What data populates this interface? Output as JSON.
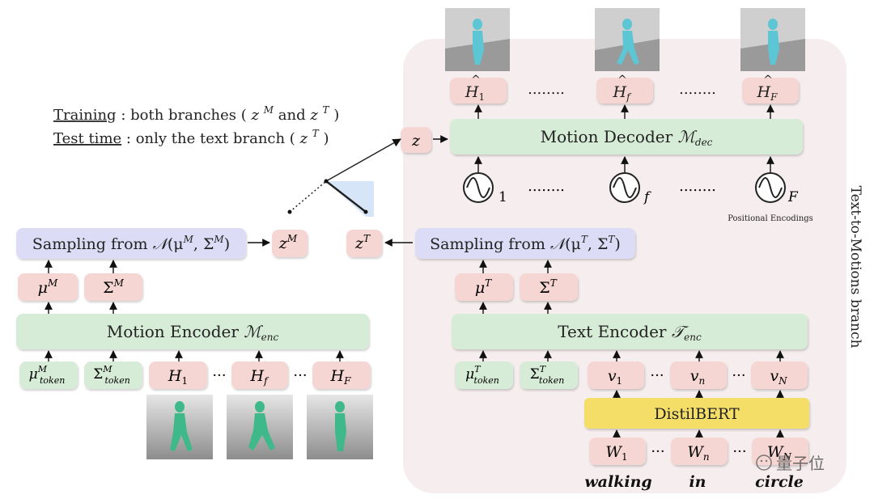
{
  "legend": {
    "training_term": "Training",
    "training_text": ": both branches (",
    "training_zm_base": "z",
    "training_zm_sup": "M",
    "training_and": " and ",
    "training_zt_base": "z",
    "training_zt_sup": "T",
    "training_close": ")",
    "test_term": "Test time",
    "test_text": ": only the text branch (",
    "test_zt_base": "z",
    "test_zt_sup": "T",
    "test_close": ")"
  },
  "branch_label": "Text-to-Motions branch",
  "watermark": "量子位",
  "decoder": {
    "z_label": "z",
    "title": "Motion Decoder ",
    "title_symbol": "ℳ",
    "title_sub": "dec",
    "outputs": [
      {
        "base": "H",
        "sub": "1"
      },
      {
        "base": "H",
        "sub": "f"
      },
      {
        "base": "H",
        "sub": "F"
      }
    ],
    "dots": "........",
    "positional_subs": [
      "1",
      "f",
      "F"
    ],
    "positional_label": "Positional Encodings"
  },
  "merge": {
    "zm_base": "z",
    "zm_sup": "M",
    "zt_base": "z",
    "zt_sup": "T"
  },
  "motion_branch": {
    "sampling_text": "Sampling from ",
    "sampling_N": "𝒩",
    "sampling_args": [
      "(μ",
      "M",
      ", Σ",
      "M",
      ")"
    ],
    "mu": {
      "base": "μ",
      "sup": "M"
    },
    "sigma": {
      "base": "Σ",
      "sup": "M"
    },
    "encoder_title": "Motion Encoder ",
    "encoder_symbol": "ℳ",
    "encoder_sub": "enc",
    "tokens": [
      {
        "base": "μ",
        "sup": "M",
        "sub": "token"
      },
      {
        "base": "Σ",
        "sup": "M",
        "sub": "token"
      }
    ],
    "inputs": [
      {
        "base": "H",
        "sub": "1"
      },
      {
        "base": "H",
        "sub": "f"
      },
      {
        "base": "H",
        "sub": "F"
      }
    ],
    "ellipsis": "···"
  },
  "text_branch": {
    "sampling_text": "Sampling from ",
    "sampling_N": "𝒩",
    "sampling_args": [
      "(μ",
      "T",
      ", Σ",
      "T",
      ")"
    ],
    "mu": {
      "base": "μ",
      "sup": "T"
    },
    "sigma": {
      "base": "Σ",
      "sup": "T"
    },
    "encoder_title": "Text Encoder ",
    "encoder_symbol": "𝒯",
    "encoder_sub": "enc",
    "tokens": [
      {
        "base": "μ",
        "sup": "T",
        "sub": "token"
      },
      {
        "base": "Σ",
        "sup": "T",
        "sub": "token"
      }
    ],
    "vectors": [
      {
        "base": "v",
        "sub": "1"
      },
      {
        "base": "v",
        "sub": "n"
      },
      {
        "base": "v",
        "sub": "N"
      }
    ],
    "distilbert": "DistilBERT",
    "words": [
      {
        "base": "W",
        "sub": "1"
      },
      {
        "base": "W",
        "sub": "n"
      },
      {
        "base": "W",
        "sub": "N"
      }
    ],
    "ellipsis": "···",
    "sentence": [
      "walking",
      "in",
      "circle"
    ]
  },
  "colors": {
    "pink": "#f6d6d2",
    "green": "#d6ecd6",
    "lavender": "#dcdcf6",
    "yellow": "#f5de68",
    "panel": "#f6eeee",
    "blue": "#cfe2f7",
    "figure_cyan": "#5cc6d4",
    "figure_green": "#3fb98a"
  }
}
